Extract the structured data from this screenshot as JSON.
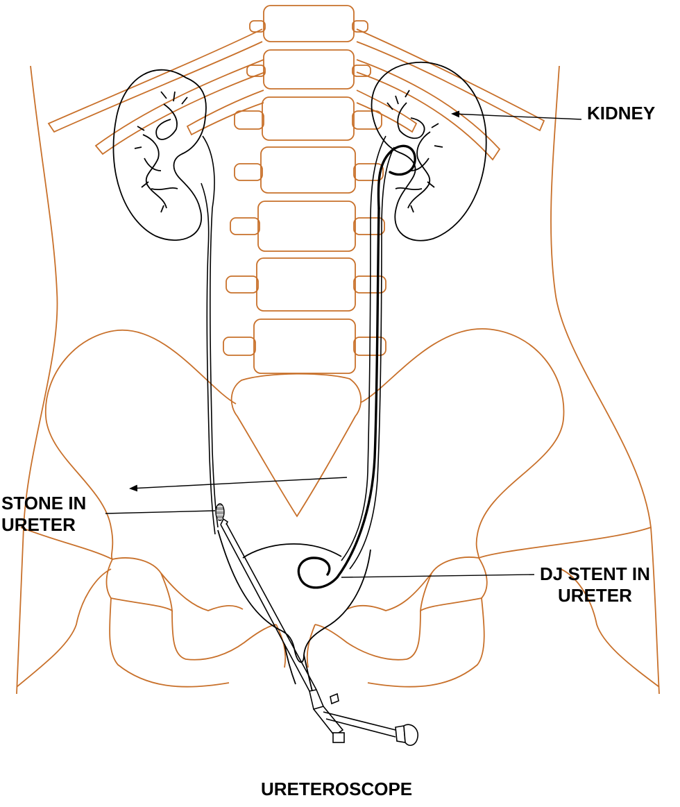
{
  "labels": {
    "kidney": "KIDNEY",
    "stone": [
      "STONE IN",
      "URETER"
    ],
    "stent": [
      "DJ STENT IN",
      "URETER"
    ],
    "ureteroscope": "URETEROSCOPE"
  },
  "colors": {
    "anatomy": "#c8702a",
    "organs": "#000000",
    "background": "#ffffff",
    "stone_fill": "#9a9a9a"
  }
}
